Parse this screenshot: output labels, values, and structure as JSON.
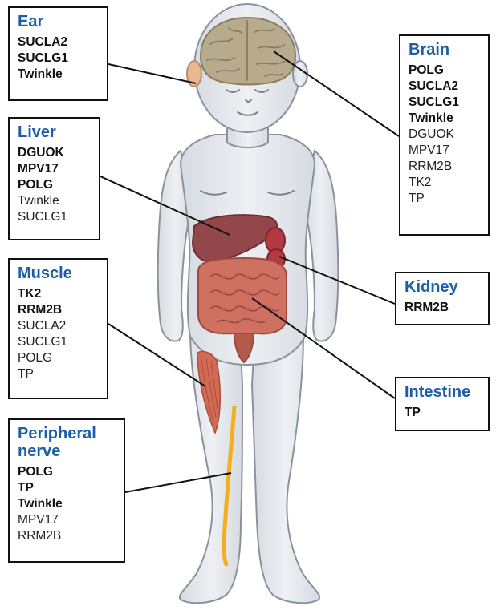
{
  "organs": [
    {
      "id": "ear",
      "title": "Ear",
      "genes_major": [
        "SUCLA2",
        "SUCLG1",
        "Twinkle"
      ],
      "genes_minor": []
    },
    {
      "id": "liver",
      "title": "Liver",
      "genes_major": [
        "DGUOK",
        "MPV17",
        "POLG"
      ],
      "genes_minor": [
        "Twinkle",
        "SUCLG1"
      ]
    },
    {
      "id": "muscle",
      "title": "Muscle",
      "genes_major": [
        "TK2",
        "RRM2B"
      ],
      "genes_minor": [
        "SUCLA2",
        "SUCLG1",
        "POLG",
        "TP"
      ]
    },
    {
      "id": "peripheral-nerve",
      "title": "Peripheral\nnerve",
      "genes_major": [
        "POLG",
        "TP",
        "Twinkle"
      ],
      "genes_minor": [
        "MPV17",
        "RRM2B"
      ]
    },
    {
      "id": "brain",
      "title": "Brain",
      "genes_major": [
        "POLG",
        "SUCLA2",
        "SUCLG1",
        "Twinkle"
      ],
      "genes_minor": [
        "DGUOK",
        "MPV17",
        "RRM2B",
        "TK2",
        "TP"
      ]
    },
    {
      "id": "kidney",
      "title": "Kidney",
      "genes_major": [
        "RRM2B"
      ],
      "genes_minor": []
    },
    {
      "id": "intestine",
      "title": "Intestine",
      "genes_major": [
        "TP"
      ],
      "genes_minor": []
    }
  ],
  "colors": {
    "title": "#1d5fa6",
    "body_fill": "#e6e9ee",
    "body_stroke": "#8a929c",
    "brain": "#b8aa8c",
    "liver": "#93474b",
    "intestine": "#cf7060",
    "kidney": "#b23a42",
    "muscle": "#d36b54",
    "nerve": "#f2b01e"
  }
}
